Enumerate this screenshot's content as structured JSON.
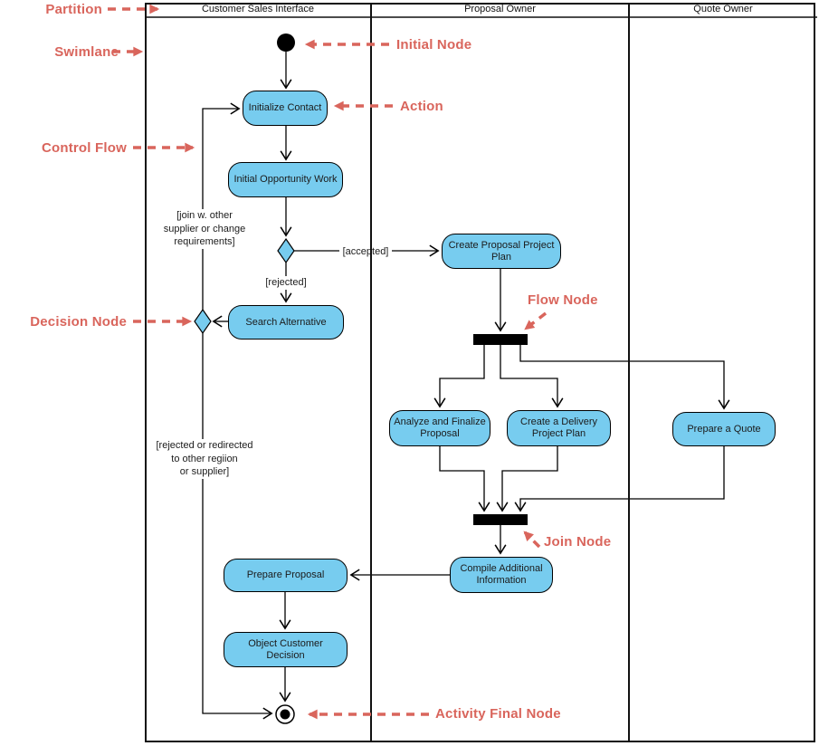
{
  "lanes": [
    {
      "label": "Customer Sales Interface"
    },
    {
      "label": "Proposal Owner"
    },
    {
      "label": "Quote Owner"
    }
  ],
  "nodes": {
    "initialize_contact": "Initialize Contact",
    "initial_opportunity_work": "Initial Opportunity Work",
    "search_alternative": "Search Alternative",
    "create_proposal_project_plan": "Create Proposal Project Plan",
    "analyze_and_finalize_proposal": "Analyze and Finalize Proposal",
    "create_a_delivery_project_plan": "Create a Delivery Project Plan",
    "prepare_a_quote": "Prepare a Quote",
    "compile_additional_information": "Compile Additional Information",
    "prepare_proposal": "Prepare Proposal",
    "object_customer_decision": "Object Customer Decision"
  },
  "guards": {
    "accepted": "[accepted]",
    "rejected": "[rejected]",
    "join_with_other": "[join w. other\nsupplier or change\nrequirements]",
    "rejected_or_redirected": "[rejected or redirected\nto other regiion\nor supplier]"
  },
  "annotations": {
    "partition": "Partition",
    "swimlane": "Swimlane",
    "control_flow": "Control Flow",
    "decision_node": "Decision Node",
    "initial_node": "Initial Node",
    "action": "Action",
    "flow_node": "Flow Node",
    "join_node": "Join Node",
    "activity_final_node": "Activity Final Node"
  },
  "colors": {
    "action_fill": "#77CCEF",
    "annotation_red": "#D9655C",
    "node_stroke": "#000000",
    "bar_fill": "#000000"
  }
}
